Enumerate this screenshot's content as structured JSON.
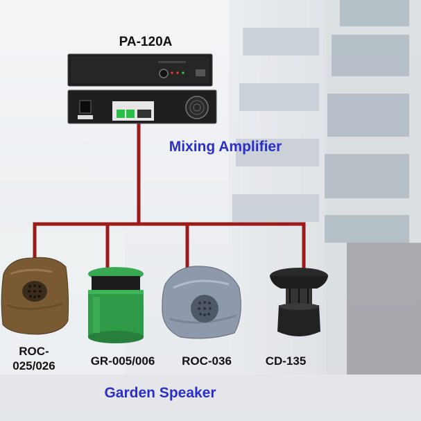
{
  "amplifier": {
    "model": "PA-120A",
    "caption": "Mixing Amplifier"
  },
  "speakers": [
    {
      "label": "ROC-025/026"
    },
    {
      "label": "GR-005/006"
    },
    {
      "label": "ROC-036"
    },
    {
      "label": "CD-135"
    }
  ],
  "group_caption": "Garden Speaker",
  "colors": {
    "wire": "#9b1b1b",
    "caption_blue": "#2b2fc9",
    "amp_body": "#222222",
    "green_speaker": "#2f9a48",
    "rock_brown": "#7a5a33",
    "rock_grey": "#8e9aab"
  }
}
